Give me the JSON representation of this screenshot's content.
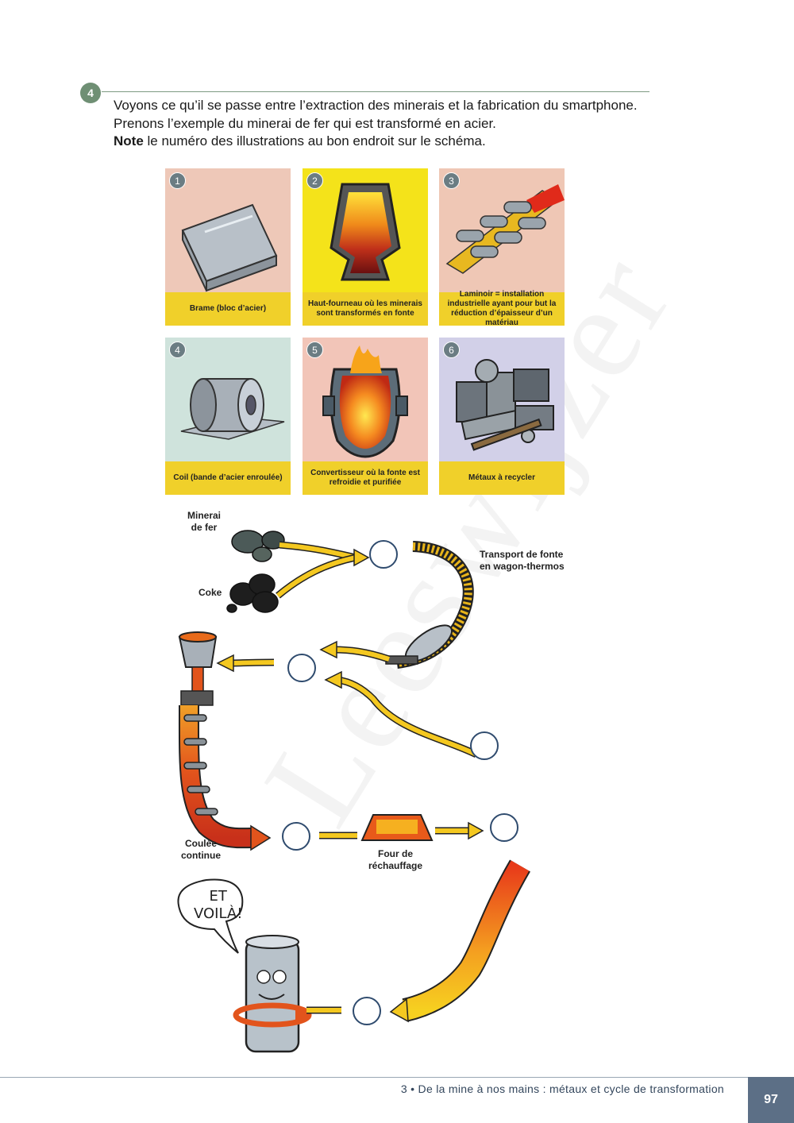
{
  "watermark": "Leeswijzer",
  "exercise": {
    "number": "4",
    "line1": "Voyons ce qu’il se passe entre l’extraction des minerais et la fabrication du smartphone.",
    "line2": "Prenons l’exemple du minerai de fer qui est transformé en acier.",
    "line3_bold": "Note",
    "line3_rest": " le numéro des illustrations au bon endroit sur le schéma."
  },
  "cards": [
    {
      "number": "1",
      "label": "Brame (bloc d’acier)",
      "bg": "#eec8b8"
    },
    {
      "number": "2",
      "label": "Haut-fourneau où les minerais sont transformés en fonte",
      "bg": "#f4e31a"
    },
    {
      "number": "3",
      "label": "Laminoir = installation industrielle ayant pour but la réduction d’épaisseur d’un matériau",
      "bg": "#efc7b5"
    },
    {
      "number": "4",
      "label": "Coil (bande d’acier enroulée)",
      "bg": "#cfe3dc"
    },
    {
      "number": "5",
      "label": "Convertisseur où la fonte est refroidie et purifiée",
      "bg": "#f2c5b8"
    },
    {
      "number": "6",
      "label": "Métaux à recycler",
      "bg": "#d2d0e8"
    }
  ],
  "diagram": {
    "minerai": "Minerai\nde fer",
    "coke": "Coke",
    "transport": "Transport de fonte\nen wagon-thermos",
    "coulee": "Coulée\ncontinue",
    "four": "Four de\nréchauffage",
    "bubble": "ET\nVOILÀ!"
  },
  "footer": {
    "chapter": "3 • De la mine à nos mains : métaux et cycle de transformation",
    "page": "97"
  }
}
